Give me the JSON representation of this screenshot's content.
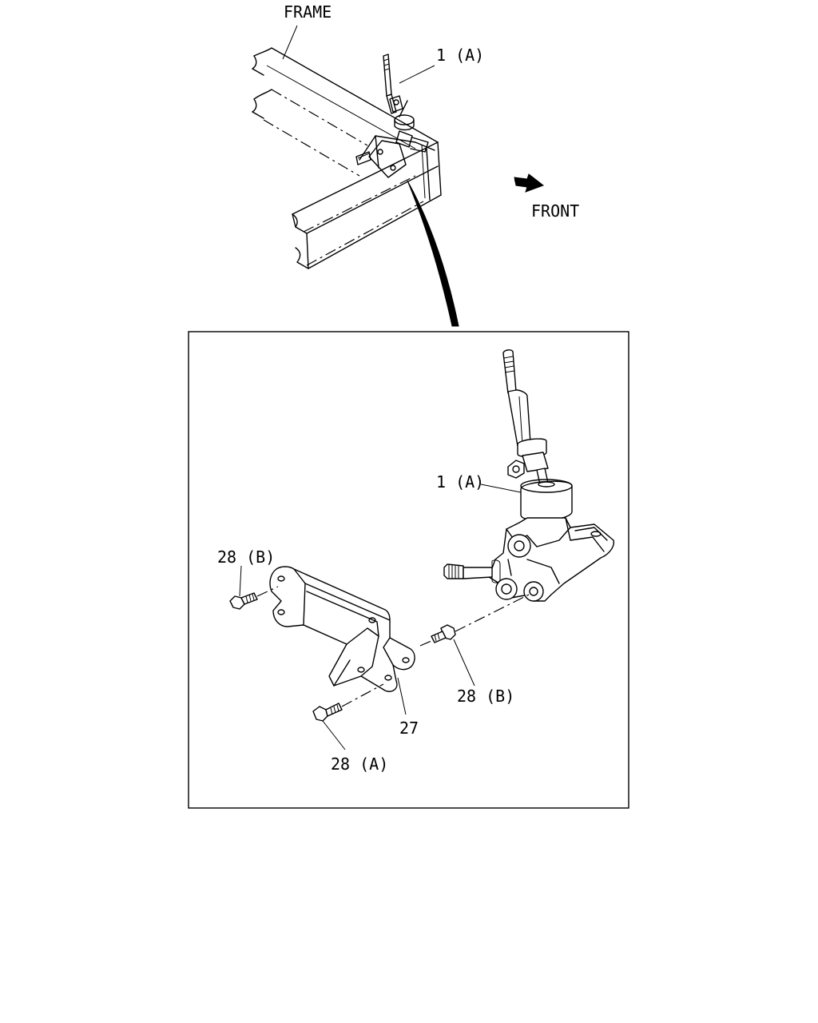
{
  "labels": {
    "frame": "FRAME",
    "front": "FRONT",
    "part_1a_top": "1 (A)",
    "part_1a_detail": "1 (A)",
    "part_28b_left": "28 (B)",
    "part_28b_right": "28 (B)",
    "part_27": "27",
    "part_28a": "28 (A)"
  },
  "colors": {
    "line": "#000000",
    "background": "#ffffff"
  },
  "icons": {
    "front_arrow": "front-direction-arrow-icon"
  }
}
